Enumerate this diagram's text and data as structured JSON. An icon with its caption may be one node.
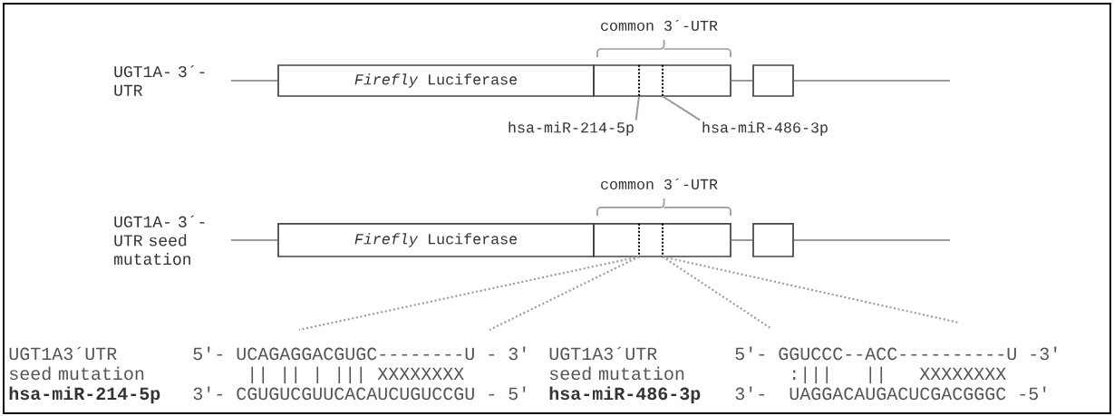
{
  "diagram": {
    "nodes": [
      {
        "text": [
          "UGT1A- 3´-UTR"
        ]
      },
      {
        "text": [
          "*Firefly* Luciferase"
        ]
      },
      {
        "text": [],
        "shape": "box"
      },
      {
        "text": [],
        "shape": "bar",
        "in": 2
      },
      {
        "text": [],
        "shape": "bar",
        "in": 2
      },
      {
        "text": [],
        "shape": "box"
      },
      {
        "text": [
          "hsa-miR-214-5p"
        ]
      },
      {
        "text": [
          "hsa-miR-486-3p"
        ]
      },
      {
        "text": [
          "UGT1A- 3´-UTR seed mutation"
        ]
      },
      {
        "text": [
          "*Firefly* Luciferase"
        ]
      },
      {
        "text": [],
        "shape": "box"
      },
      {
        "text": [],
        "shape": "bar",
        "in": 10
      },
      {
        "text": [],
        "shape": "bar",
        "in": 10
      },
      {
        "text": [],
        "shape": "box"
      }
    ],
    "edges": [
      {
        "from": 0,
        "to": 1,
        "arrow": "none"
      },
      {
        "from": 2,
        "to": 5,
        "arrow": "none"
      },
      {
        "from": 5,
        "to": null,
        "arrow": "none"
      },
      {
        "from": 6,
        "to": 3,
        "arrow": "none"
      },
      {
        "from": 7,
        "to": 4,
        "arrow": "none"
      },
      {
        "from": 8,
        "to": 9,
        "arrow": "none"
      },
      {
        "from": 10,
        "to": 13,
        "arrow": "none"
      },
      {
        "from": 13,
        "to": null,
        "arrow": "none"
      },
      {
        "from": 11,
        "to": null,
        "arrow": "none",
        "style": "dashed"
      },
      {
        "from": 11,
        "to": null,
        "arrow": "none",
        "style": "dashed"
      },
      {
        "from": 12,
        "to": null,
        "arrow": "none",
        "style": "dashed"
      },
      {
        "from": 12,
        "to": null,
        "arrow": "none",
        "style": "dashed"
      }
    ],
    "labels": [
      "common 3´-UTR",
      "common 3´-UTR",
      "UGT1A3´UTR seed mutation",
      "5'- UCAGAGGACGUGC--------U - 3'",
      "UGT1A3´UTR seed mutation",
      "5'- GGUCCC--ACC----------U -3'",
      "|| || | ||| XXXXXXXX",
      ":|||",
      "||",
      "XXXXXXXX",
      "hsa-miR-214-5p",
      "3'- CGUGUCGUUCACAUCUGUCCGU - 5'",
      "hsa-miR-486-3p",
      "3'-",
      "UAGGACAUGACUCGACGGGC -5'"
    ]
  }
}
